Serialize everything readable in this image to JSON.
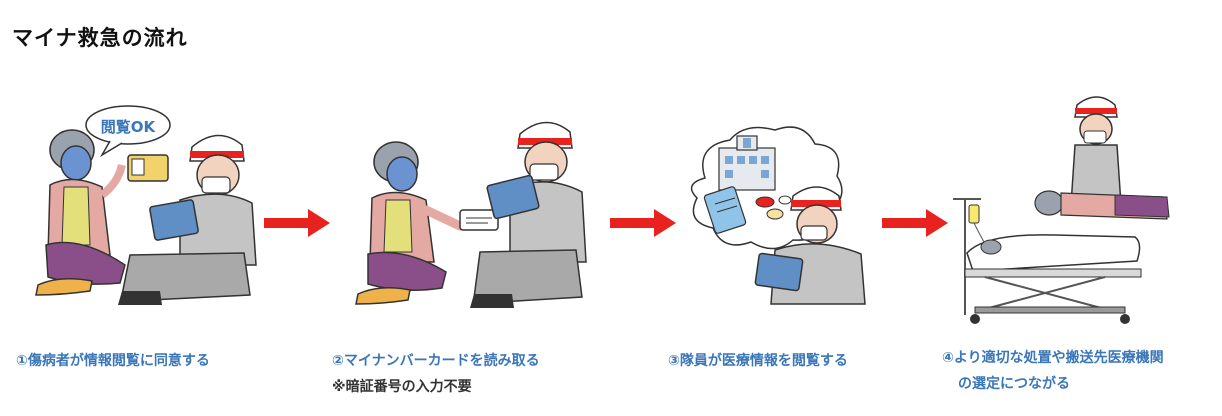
{
  "title": "マイナ救急の流れ",
  "steps": [
    {
      "caption": "①傷病者が情報閲覧に同意する",
      "bubble": "閲覧OK"
    },
    {
      "caption": "②マイナンバーカードを読み取る",
      "note": "※暗証番号の入力不要"
    },
    {
      "caption": "③隊員が医療情報を閲覧する"
    },
    {
      "caption_line1": "④より適切な処置や搬送先医療機関",
      "caption_line2": "の選定につながる"
    }
  ],
  "colors": {
    "arrow": "#e8231f",
    "caption": "#3a76b8",
    "helmet_stripe": "#e8231f",
    "uniform": "#c4c4c4",
    "tablet": "#5f8fc4"
  },
  "icons": [
    "arrow-right-icon",
    "hospital-icon",
    "clipboard-icon",
    "pills-icon",
    "iv-drip-icon"
  ]
}
